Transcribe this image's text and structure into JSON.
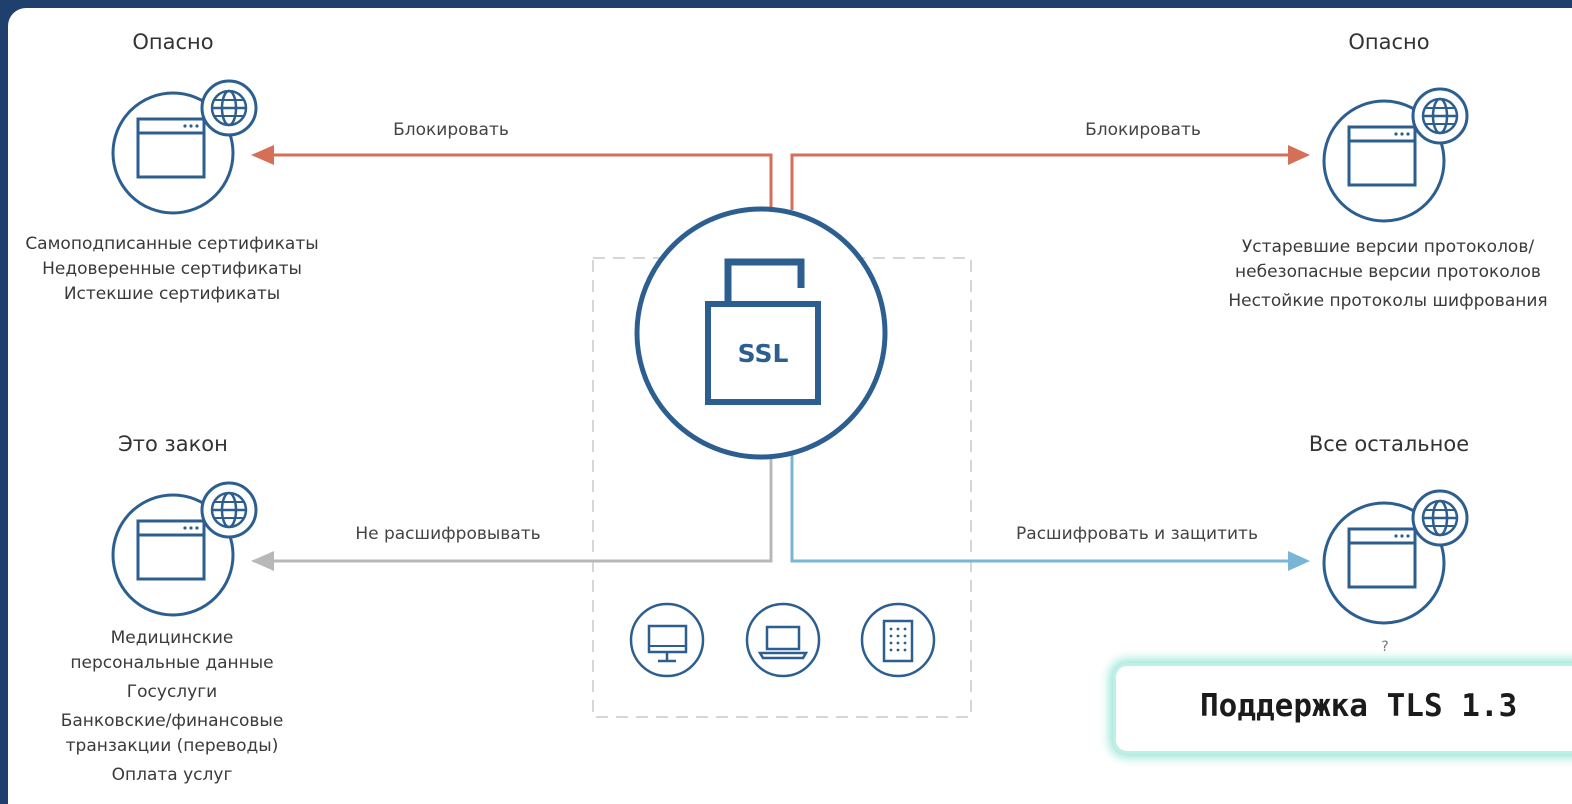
{
  "colors": {
    "frame": "#1f3f6c",
    "block": "#d66f58",
    "decrypt": "#79b6d6",
    "bypass": "#b8b8b8",
    "icon": "#2c5f8f"
  },
  "top_left": {
    "title": "Опасно",
    "action": "Блокировать",
    "items": [
      "Самоподписанные сертификаты",
      "Недоверенные сертификаты",
      "Истекшие сертификаты"
    ]
  },
  "top_right": {
    "title": "Опасно",
    "action": "Блокировать",
    "items": [
      "Устаревшие версии протоколов/",
      "небезопасные версии протоколов",
      "Нестойкие протоколы шифрования"
    ]
  },
  "bottom_left": {
    "title": "Это закон",
    "action": "Не расшифровывать",
    "items": [
      "Медицинские",
      "персональные данные",
      "Госуслуги",
      "Банковские/финансовые",
      "транзакции (переводы)",
      "Оплата услуг"
    ]
  },
  "bottom_right": {
    "title": "Все остальное",
    "action": "Расшифровать и защитить",
    "items": [
      "?"
    ]
  },
  "center": {
    "label": "SSL"
  },
  "devices": [
    "desktop-icon",
    "laptop-icon",
    "server-icon"
  ],
  "tls_box": {
    "text": "Поддержка TLS 1.3"
  }
}
